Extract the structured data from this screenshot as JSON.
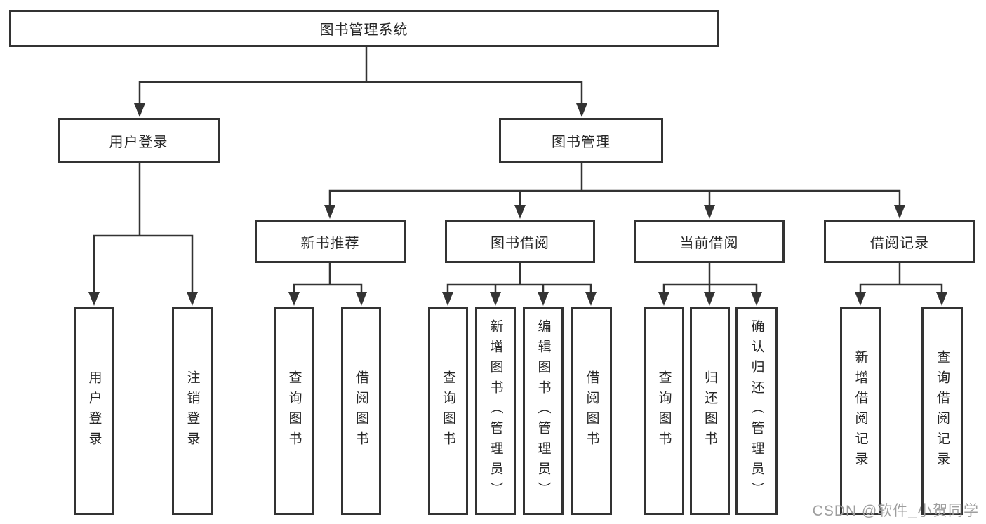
{
  "tree": {
    "label": "图书管理系统",
    "children": [
      {
        "label": "用户登录",
        "children": [
          {
            "label": "用户登录"
          },
          {
            "label": "注销登录"
          }
        ]
      },
      {
        "label": "图书管理",
        "children": [
          {
            "label": "新书推荐",
            "children": [
              {
                "label": "查询图书"
              },
              {
                "label": "借阅图书"
              }
            ]
          },
          {
            "label": "图书借阅",
            "children": [
              {
                "label": "查询图书"
              },
              {
                "label": "新增图书（管理员）"
              },
              {
                "label": "编辑图书（管理员）"
              },
              {
                "label": "借阅图书"
              }
            ]
          },
          {
            "label": "当前借阅",
            "children": [
              {
                "label": "查询图书"
              },
              {
                "label": "归还图书"
              },
              {
                "label": "确认归还（管理员）"
              }
            ]
          },
          {
            "label": "借阅记录",
            "children": [
              {
                "label": "新增借阅记录"
              },
              {
                "label": "查询借阅记录"
              }
            ]
          }
        ]
      }
    ]
  },
  "watermark": "CSDN @软件_小贺同学",
  "colors": {
    "line": "#333333",
    "box_border": "#333333",
    "box_fill": "#ffffff",
    "text": "#262626",
    "watermark": "#9e9e9e",
    "background": "#ffffff"
  }
}
